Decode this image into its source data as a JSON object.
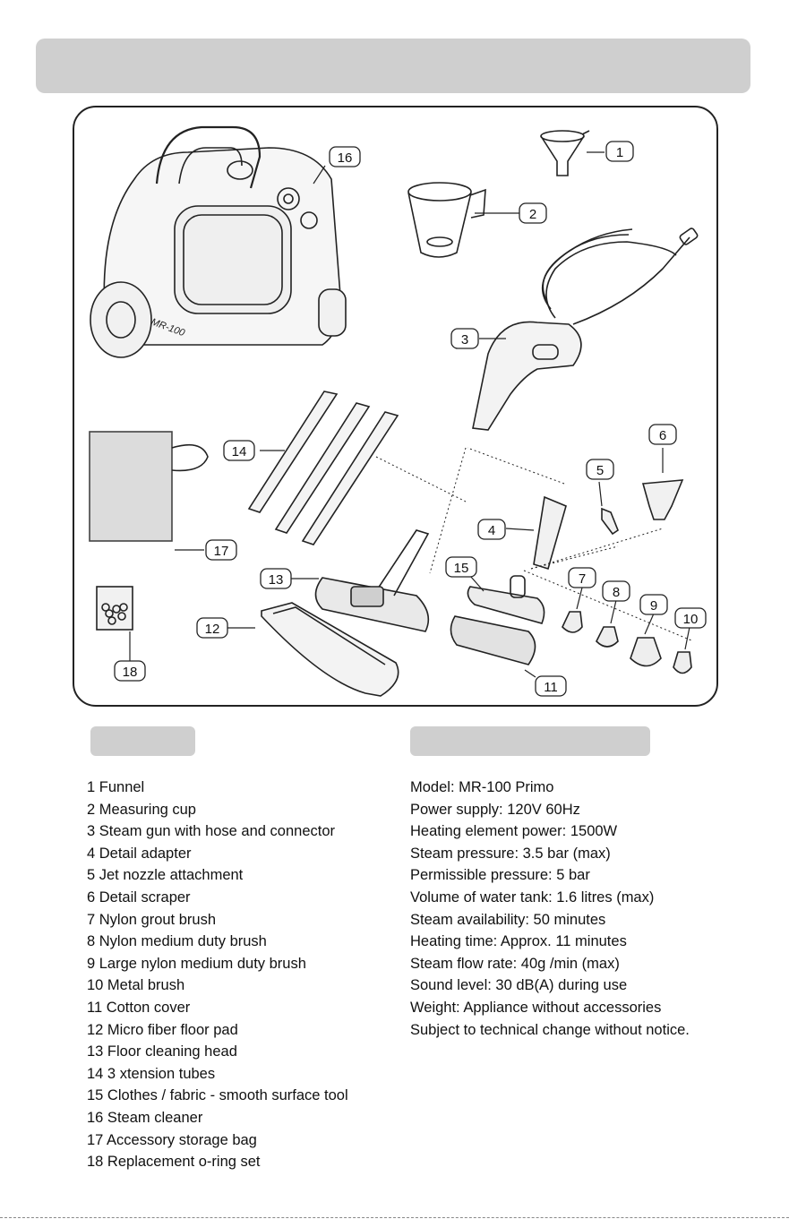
{
  "callouts": [
    "1",
    "2",
    "3",
    "4",
    "5",
    "6",
    "7",
    "8",
    "9",
    "10",
    "11",
    "12",
    "13",
    "14",
    "15",
    "16",
    "17",
    "18"
  ],
  "device_brand_mark": "MR-100",
  "parts": [
    "1 Funnel",
    "2 Measuring cup",
    "3 Steam gun with hose and connector",
    "4 Detail adapter",
    "5 Jet nozzle attachment",
    "6 Detail scraper",
    "7 Nylon grout brush",
    "8 Nylon medium duty brush",
    "9 Large nylon medium duty brush",
    "10 Metal brush",
    "11 Cotton cover",
    "12 Micro fiber floor pad",
    "13 Floor cleaning head",
    "14 3 xtension tubes",
    "15 Clothes / fabric - smooth surface tool",
    "16 Steam cleaner",
    "17 Accessory storage bag",
    "18 Replacement o-ring set"
  ],
  "specs": [
    "Model: MR-100 Primo",
    "Power supply: 120V 60Hz",
    "Heating element power: 1500W",
    "Steam pressure: 3.5 bar (max)",
    "Permissible pressure: 5 bar",
    "Volume of water tank: 1.6 litres (max)",
    "Steam availability: 50 minutes",
    "Heating time: Approx. 11 minutes",
    "Steam flow rate: 40g /min (max)",
    "Sound level: 30 dB(A) during use",
    "Weight: Appliance without accessories",
    "Subject to technical change without notice."
  ],
  "colors": {
    "bar": "#cfcfcf",
    "ink": "#111111"
  }
}
